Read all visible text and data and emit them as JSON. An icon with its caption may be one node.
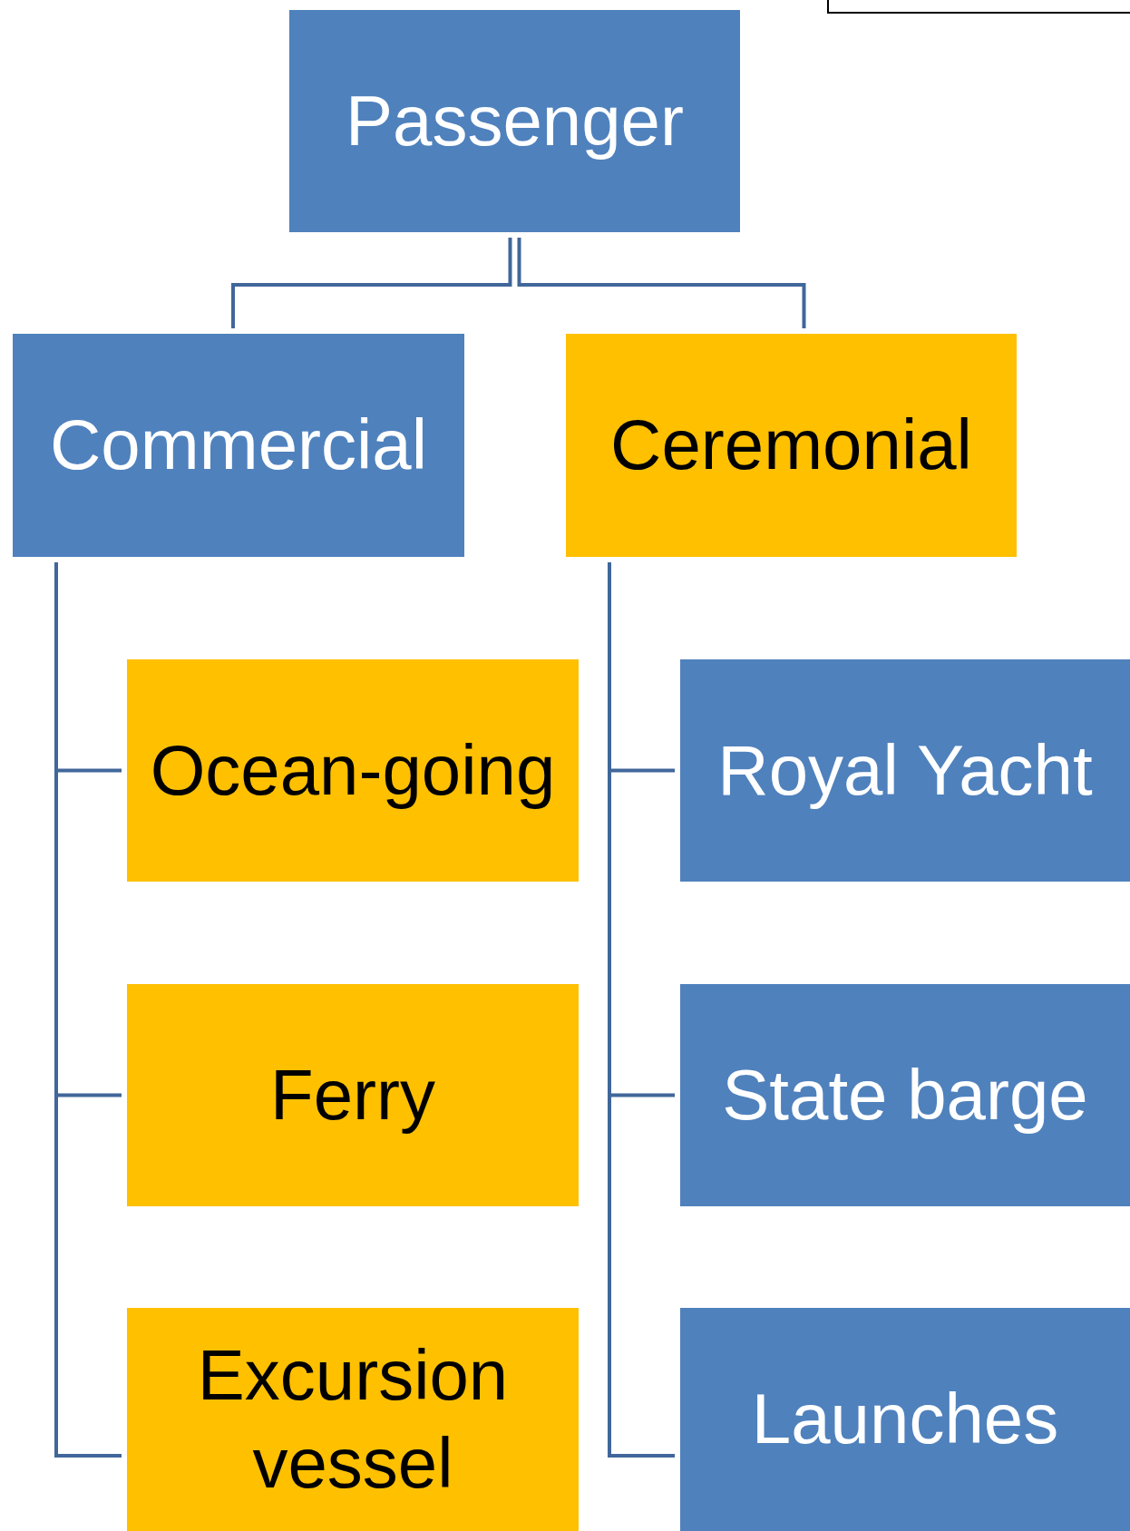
{
  "diagram": {
    "nodes": [
      {
        "text": [
          "Passenger"
        ]
      },
      {
        "text": [
          "Commercial"
        ]
      },
      {
        "text": [
          "Ceremonial"
        ]
      },
      {
        "text": [
          "Ocean-going"
        ]
      },
      {
        "text": [
          "Ferry"
        ]
      },
      {
        "text": [
          "Excursion vessel"
        ]
      },
      {
        "text": [
          "Royal Yacht"
        ]
      },
      {
        "text": [
          "State barge"
        ]
      },
      {
        "text": [
          "Launches"
        ]
      }
    ],
    "edges": [
      {
        "from": 0,
        "to": 1,
        "arrow": "none"
      },
      {
        "from": 0,
        "to": 2,
        "arrow": "none"
      },
      {
        "from": 1,
        "to": 3,
        "arrow": "none"
      },
      {
        "from": 1,
        "to": 4,
        "arrow": "none"
      },
      {
        "from": 1,
        "to": 5,
        "arrow": "none"
      },
      {
        "from": 2,
        "to": 6,
        "arrow": "none"
      },
      {
        "from": 2,
        "to": 7,
        "arrow": "none"
      },
      {
        "from": 2,
        "to": 8,
        "arrow": "none"
      }
    ]
  }
}
